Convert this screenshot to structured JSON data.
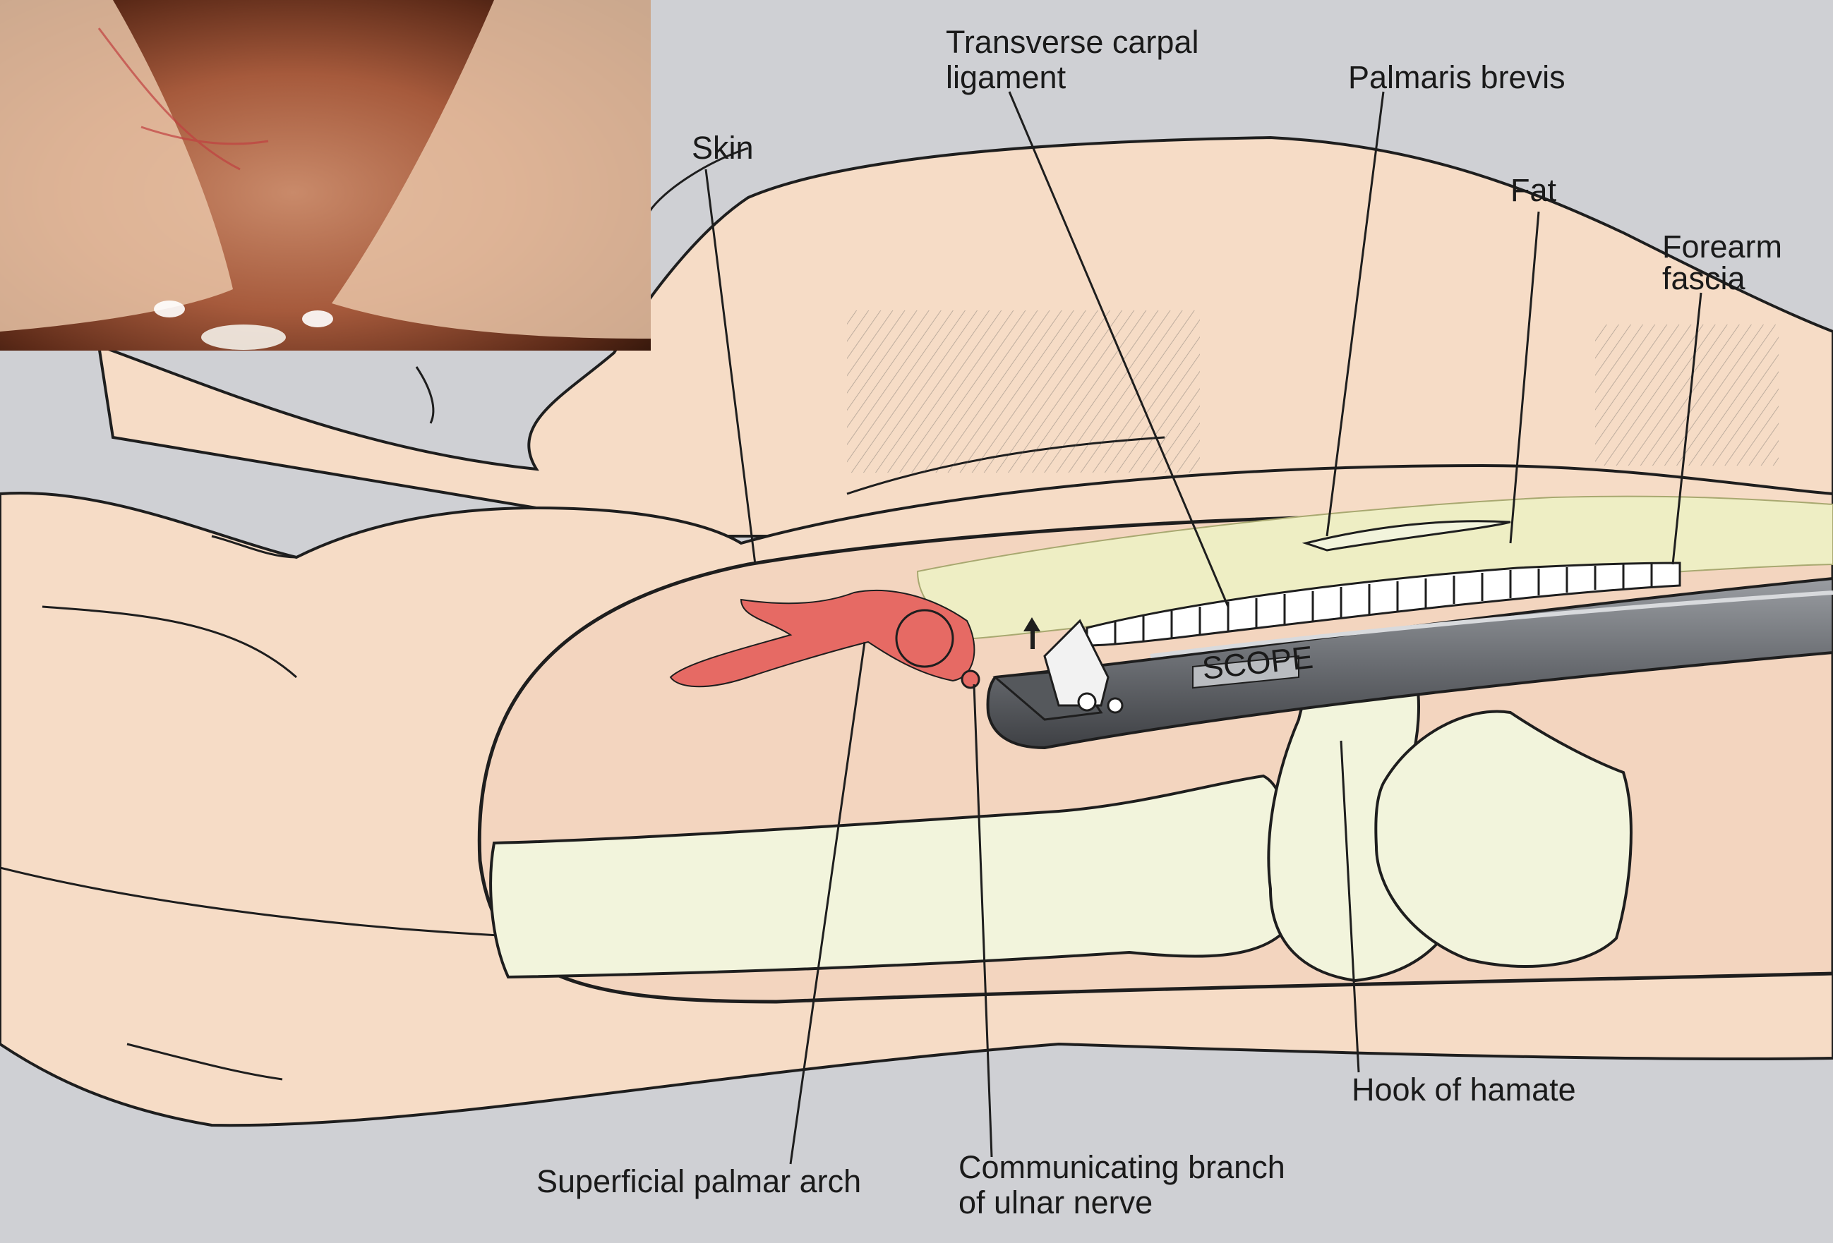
{
  "labels": {
    "skin": "Skin",
    "tcl_1": "Transverse carpal",
    "tcl_2": "ligament",
    "palmaris": "Palmaris brevis",
    "fat": "Fat",
    "forearm_1": "Forearm",
    "forearm_2": "fascia",
    "hook": "Hook of hamate",
    "arch": "Superficial palmar arch",
    "comm_1": "Communicating branch",
    "comm_2": "of ulnar nerve"
  },
  "instrument": {
    "scope_text": "SCOPE"
  },
  "colors": {
    "background": "#cfd0d4",
    "skin": "#f6dcc6",
    "fat": "#eeeec4",
    "bone": "#f2f4dc",
    "artery": "#e66a64",
    "instrument": "#6e7176",
    "outline": "#1e1e1e",
    "endoscope_view": "#8b4a30"
  },
  "icons": [
    "arrow-up-icon"
  ]
}
